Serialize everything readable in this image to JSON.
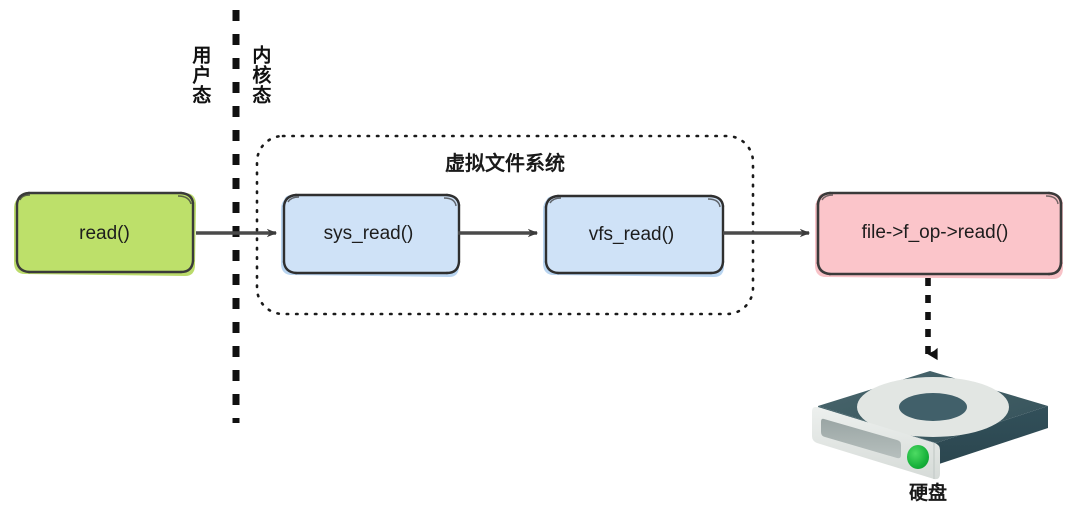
{
  "diagram": {
    "title": "Linux read() call path through the Virtual File System",
    "type": "flow-diagram",
    "boundary": {
      "name": "user-kernel-boundary",
      "style": "thick-dashed-vertical-line",
      "left_label": "用户态",
      "right_label": "内核态"
    },
    "group": {
      "name": "virtual-file-system",
      "label": "虚拟文件系统",
      "border_style": "dotted-rounded"
    },
    "nodes": [
      {
        "id": "read",
        "label": "read()",
        "color": "#bde06a",
        "shadow": "#b4d862"
      },
      {
        "id": "sys_read",
        "label": "sys_read()",
        "color": "#cfe2f7",
        "shadow": "#aecdee"
      },
      {
        "id": "vfs_read",
        "label": "vfs_read()",
        "color": "#cfe2f7",
        "shadow": "#aecdee"
      },
      {
        "id": "f_op_read",
        "label": "file->f_op->read()",
        "color": "#fbc5ca",
        "shadow": "#f6b4ba"
      }
    ],
    "edges": [
      {
        "from": "read",
        "to": "sys_read",
        "style": "solid",
        "arrow": "triangle"
      },
      {
        "from": "sys_read",
        "to": "vfs_read",
        "style": "solid",
        "arrow": "triangle"
      },
      {
        "from": "vfs_read",
        "to": "f_op_read",
        "style": "solid",
        "arrow": "triangle"
      },
      {
        "from": "f_op_read",
        "to": "disk",
        "style": "dashed",
        "arrow": "triangle",
        "direction": "down"
      }
    ],
    "disk": {
      "name": "hard-disk-icon",
      "caption": "硬盘",
      "body_color": "#3f5c63",
      "face_color": "#e3e6e4",
      "led_color": "#21bb41",
      "platter_color": "#e2e6e3"
    },
    "colors": {
      "line": "#4a4a4a",
      "stroke": "#2e2e2e",
      "background": "#ffffff"
    }
  }
}
